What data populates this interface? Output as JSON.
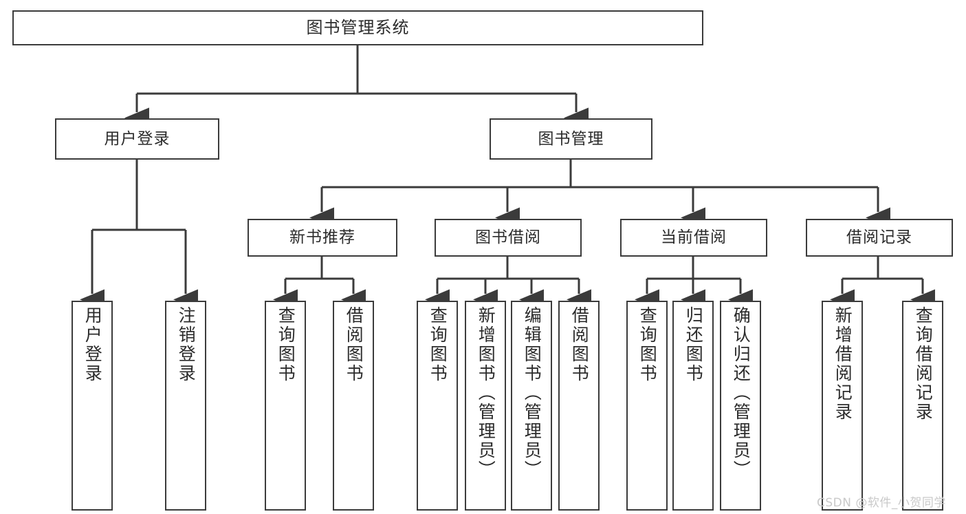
{
  "diagram": {
    "title": "图书管理系统",
    "type": "hierarchy-tree",
    "watermark": "CSDN @软件_小贺同学",
    "colors": {
      "box_border": "#3b3b3b",
      "box_fill": "#ffffff",
      "connector": "#3b3b3b",
      "text": "#2b2b2b",
      "watermark": "#c9c9c9",
      "background": "#ffffff"
    },
    "nodes": {
      "root": {
        "label": "图书管理系统"
      },
      "level2": [
        {
          "id": "user-login",
          "label": "用户登录"
        },
        {
          "id": "book-manage",
          "label": "图书管理"
        }
      ],
      "level3": [
        {
          "id": "new-book-recommend",
          "label": "新书推荐"
        },
        {
          "id": "book-borrow",
          "label": "图书借阅"
        },
        {
          "id": "current-borrow",
          "label": "当前借阅"
        },
        {
          "id": "borrow-record",
          "label": "借阅记录"
        }
      ],
      "leaves": {
        "user_login": [
          {
            "id": "leaf-user-login",
            "label": "用户登录"
          },
          {
            "id": "leaf-logout-login",
            "label": "注销登录"
          }
        ],
        "new_book_recommend": [
          {
            "id": "leaf-query-book-1",
            "label": "查询图书"
          },
          {
            "id": "leaf-borrow-book-1",
            "label": "借阅图书"
          }
        ],
        "book_borrow": [
          {
            "id": "leaf-query-book-2",
            "label": "查询图书"
          },
          {
            "id": "leaf-add-book-admin",
            "label": "新增图书（管理员）"
          },
          {
            "id": "leaf-edit-book-admin",
            "label": "编辑图书（管理员）"
          },
          {
            "id": "leaf-borrow-book-2",
            "label": "借阅图书"
          }
        ],
        "current_borrow": [
          {
            "id": "leaf-query-book-3",
            "label": "查询图书"
          },
          {
            "id": "leaf-return-book",
            "label": "归还图书"
          },
          {
            "id": "leaf-confirm-return-admin",
            "label": "确认归还（管理员）"
          }
        ],
        "borrow_record": [
          {
            "id": "leaf-add-borrow-record",
            "label": "新增借阅记录"
          },
          {
            "id": "leaf-query-borrow-record",
            "label": "查询借阅记录"
          }
        ]
      }
    }
  }
}
